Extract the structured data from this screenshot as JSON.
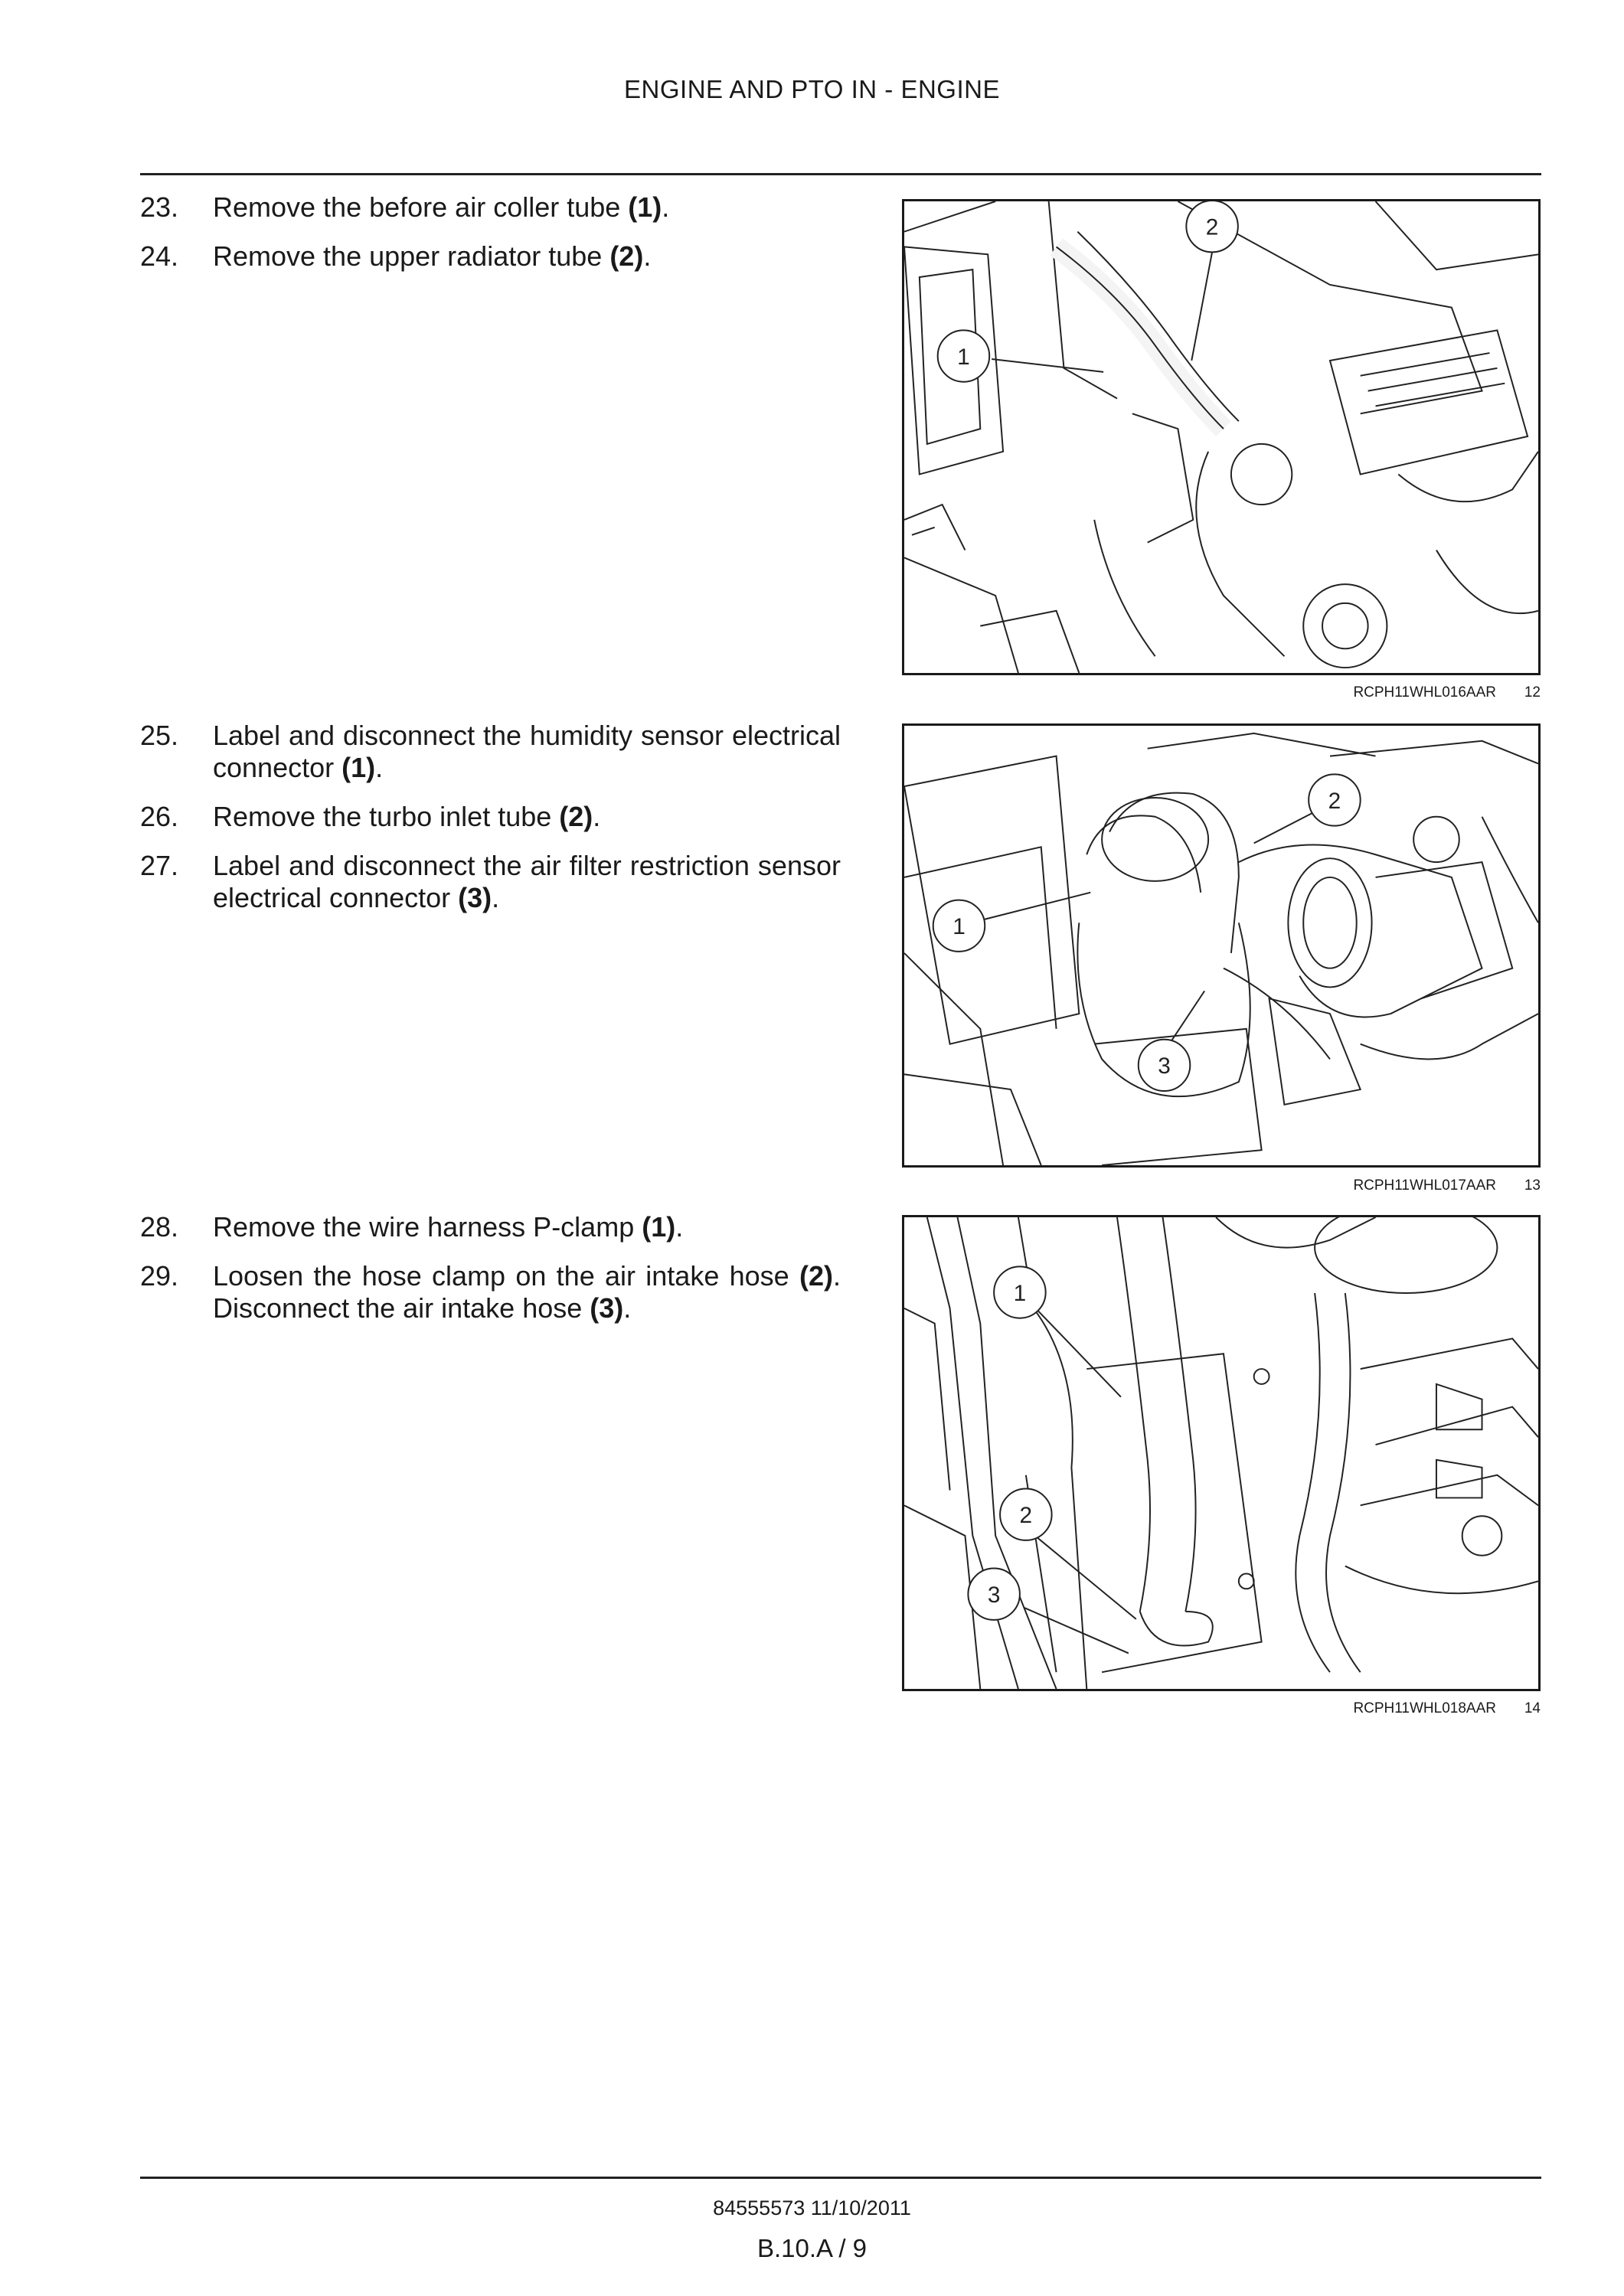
{
  "header": {
    "title": "ENGINE AND PTO IN - ENGINE"
  },
  "groups": [
    {
      "steps": [
        {
          "num": "23.",
          "text": "Remove the before air coller tube ",
          "ref": "(1)",
          "after": "."
        },
        {
          "num": "24.",
          "text": "Remove the upper radiator tube ",
          "ref": "(2)",
          "after": "."
        }
      ],
      "figure": {
        "code": "RCPH11WHL016AAR",
        "number": "12",
        "callouts": [
          "1",
          "2"
        ]
      }
    },
    {
      "steps": [
        {
          "num": "25.",
          "text": "Label and disconnect the humidity sensor electrical connector ",
          "ref": "(1)",
          "after": "."
        },
        {
          "num": "26.",
          "text": "Remove the turbo inlet tube ",
          "ref": "(2)",
          "after": "."
        },
        {
          "num": "27.",
          "text": "Label and disconnect the air filter restriction sensor electrical connector ",
          "ref": "(3)",
          "after": "."
        }
      ],
      "figure": {
        "code": "RCPH11WHL017AAR",
        "number": "13",
        "callouts": [
          "1",
          "2",
          "3"
        ]
      }
    },
    {
      "steps": [
        {
          "num": "28.",
          "text": "Remove the wire harness P-clamp ",
          "ref": "(1)",
          "after": "."
        },
        {
          "num": "29.",
          "text": "Loosen the hose clamp on the air intake hose ",
          "ref": "(2)",
          "after": ". Disconnect the air intake hose ",
          "ref2": "(3)",
          "after2": "."
        }
      ],
      "figure": {
        "code": "RCPH11WHL018AAR",
        "number": "14",
        "callouts": [
          "1",
          "2",
          "3"
        ]
      }
    }
  ],
  "footer": {
    "doc": "84555573 11/10/2011",
    "page": "B.10.A / 9"
  }
}
